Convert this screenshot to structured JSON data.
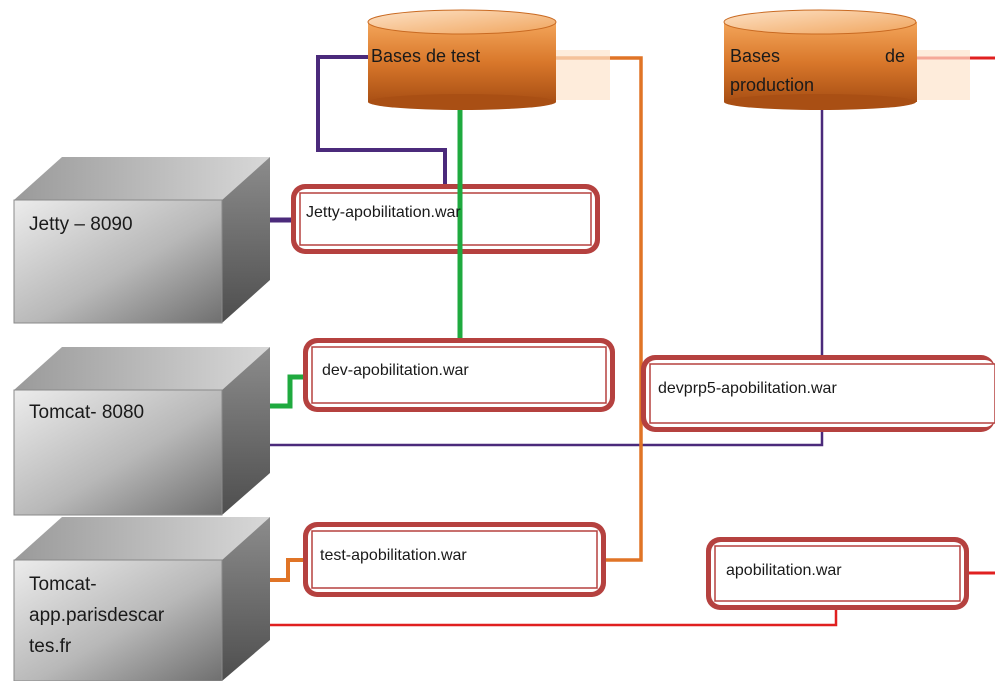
{
  "databases": {
    "test": {
      "label": "Bases de test"
    },
    "production": {
      "label_line1_left": "Bases",
      "label_line1_right": "de",
      "label_line2": "production"
    }
  },
  "servers": {
    "jetty": {
      "label": "Jetty – 8090"
    },
    "tomcat_dev": {
      "label": "Tomcat- 8080"
    },
    "tomcat_app": {
      "line1": "Tomcat-",
      "line2": "app.parisdescar",
      "line3": "tes.fr"
    }
  },
  "wars": {
    "jetty": {
      "label": "Jetty-apobilitation.war"
    },
    "dev": {
      "label": "dev-apobilitation.war"
    },
    "devprp5": {
      "label": "devprp5-apobilitation.war"
    },
    "test": {
      "label": "test-apobilitation.war"
    },
    "prod": {
      "label": "apobilitation.war"
    }
  },
  "colors": {
    "purple_line": "#4b2a7b",
    "green_line": "#1faa3f",
    "orange_line": "#e07426",
    "red_line": "#e02020",
    "war_border": "#b5413f",
    "db_body": "#d9782b"
  }
}
